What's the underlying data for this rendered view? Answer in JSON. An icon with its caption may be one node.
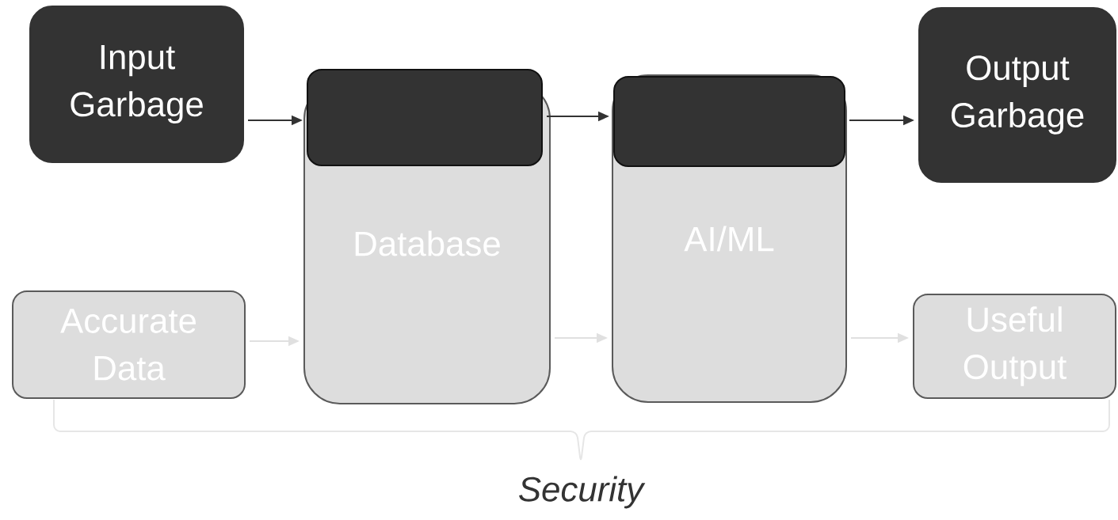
{
  "diagram": {
    "nodes": [
      {
        "text": [
          "Input Garbage"
        ]
      },
      {
        "text": [
          "Database"
        ]
      },
      {
        "text": [],
        "shape": "box"
      },
      {
        "text": [
          "AI/ML"
        ]
      },
      {
        "text": [],
        "shape": "box",
        "in": 3
      },
      {
        "text": [
          "Output Garbage"
        ]
      },
      {
        "text": [
          "Accurate Data"
        ]
      },
      {
        "text": [
          "Useful Output"
        ]
      }
    ],
    "edges": [
      {
        "from": 0,
        "to": 2,
        "arrow": "to"
      },
      {
        "from": 2,
        "to": 4,
        "arrow": "to"
      },
      {
        "from": 4,
        "to": 5,
        "arrow": "to"
      },
      {
        "from": 6,
        "to": 1,
        "arrow": "to",
        "color": "#e0e0e0"
      },
      {
        "from": 1,
        "to": 3,
        "arrow": "to",
        "color": "#e0e0e0"
      },
      {
        "from": 3,
        "to": 7,
        "arrow": "to",
        "color": "#e0e0e0"
      }
    ],
    "labels": [
      "Security"
    ]
  }
}
